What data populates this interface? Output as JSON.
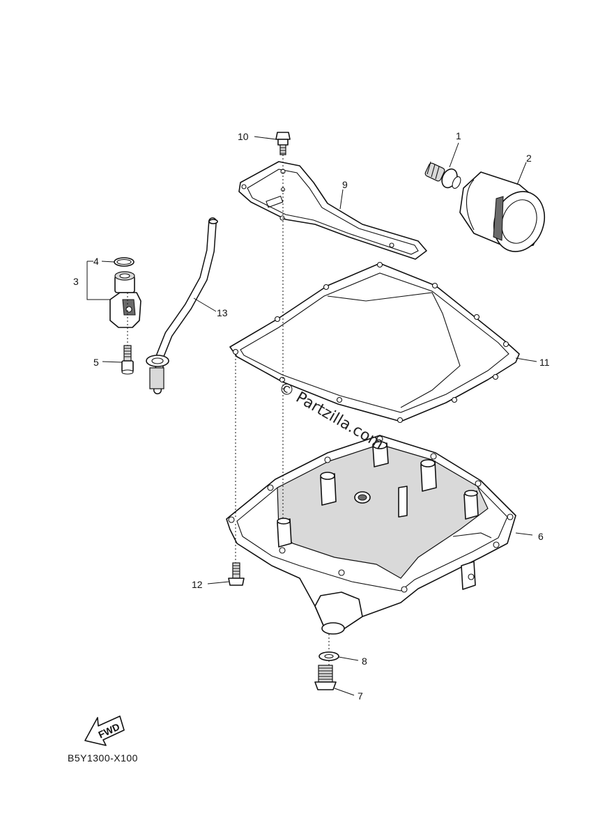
{
  "diagram": {
    "code": "B5Y1300-X100",
    "watermark": "© Partzilla.com",
    "fwd_label": "FWD",
    "callouts": [
      "1",
      "2",
      "3",
      "4",
      "5",
      "6",
      "7",
      "8",
      "9",
      "10",
      "11",
      "12",
      "13"
    ]
  }
}
